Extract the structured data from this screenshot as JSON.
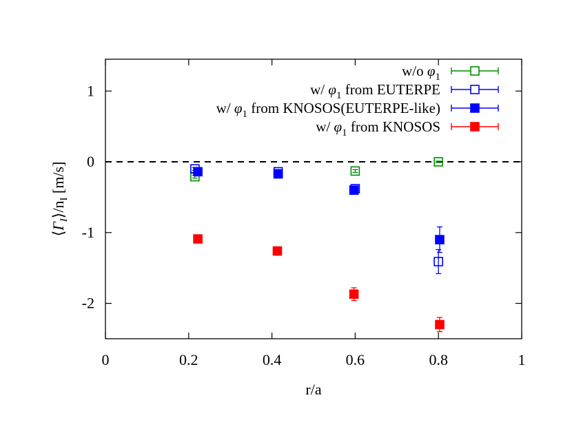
{
  "chart_data": {
    "type": "scatter",
    "xlabel": "r/a",
    "ylabel": "⟨Γ_I⟩/n_I [m/s]",
    "ylabel_parts": {
      "open": "⟨",
      "sym": "Γ",
      "sub": "I",
      "close": "⟩/n",
      "sub2": "I",
      "unit": " [m/s]"
    },
    "xlim": [
      0,
      1
    ],
    "ylim": [
      -2.5,
      1.45
    ],
    "x_ticks": [
      0,
      0.2,
      0.4,
      0.6,
      0.8,
      1
    ],
    "x_tick_labels": [
      "0",
      "0.2",
      "0.4",
      "0.6",
      "0.8",
      "1"
    ],
    "y_ticks": [
      -2,
      -1,
      0,
      1
    ],
    "y_tick_labels": [
      "-2",
      "-1",
      "0",
      "1"
    ],
    "grid": false,
    "legend_position": "top-right",
    "zero_line": {
      "y": 0,
      "style": "dashed",
      "color": "#000000"
    },
    "series": [
      {
        "legend_parts": {
          "pre": "w/o ",
          "phi": "φ",
          "sub": "1",
          "post": ""
        },
        "color": "#008a00",
        "marker": "open-square",
        "points": [
          {
            "x": 0.215,
            "y": -0.21,
            "err": 0.02
          },
          {
            "x": 0.415,
            "y": -0.17,
            "err": 0.01
          },
          {
            "x": 0.6,
            "y": -0.13,
            "err": 0.02
          },
          {
            "x": 0.8,
            "y": 0.0,
            "err": 0.01
          }
        ]
      },
      {
        "legend_parts": {
          "pre": "w/ ",
          "phi": "φ",
          "sub": "1",
          "post": " from EUTERPE"
        },
        "color": "#0000ff",
        "marker": "open-square",
        "points": [
          {
            "x": 0.215,
            "y": -0.1,
            "err": 0.02
          },
          {
            "x": 0.415,
            "y": -0.14,
            "err": 0.03
          },
          {
            "x": 0.6,
            "y": -0.38,
            "err": 0.03
          },
          {
            "x": 0.8,
            "y": -1.41,
            "err": 0.17
          }
        ]
      },
      {
        "legend_parts": {
          "pre": "w/ ",
          "phi": "φ",
          "sub": "1",
          "post": " from KNOSOS(EUTERPE-like)"
        },
        "color": "#0000ff",
        "marker": "filled-square",
        "points": [
          {
            "x": 0.222,
            "y": -0.14,
            "err": 0.03
          },
          {
            "x": 0.415,
            "y": -0.17,
            "err": 0.02
          },
          {
            "x": 0.597,
            "y": -0.4,
            "err": 0.03
          },
          {
            "x": 0.803,
            "y": -1.1,
            "err": 0.18
          }
        ]
      },
      {
        "legend_parts": {
          "pre": "w/ ",
          "phi": "φ",
          "sub": "1",
          "post": " from KNOSOS"
        },
        "color": "#ff0000",
        "marker": "filled-square",
        "points": [
          {
            "x": 0.222,
            "y": -1.09,
            "err": 0.02
          },
          {
            "x": 0.413,
            "y": -1.26,
            "err": 0.05
          },
          {
            "x": 0.597,
            "y": -1.87,
            "err": 0.09
          },
          {
            "x": 0.803,
            "y": -2.3,
            "err": 0.1
          }
        ]
      }
    ]
  }
}
